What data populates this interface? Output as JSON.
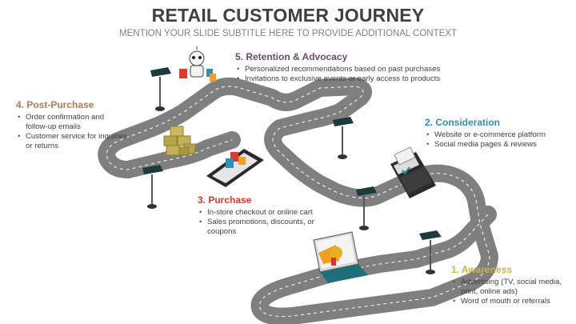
{
  "title": "RETAIL CUSTOMER JOURNEY",
  "subtitle": "MENTION YOUR SLIDE SUBTITLE HERE TO PROVIDE ADDITIONAL CONTEXT",
  "colors": {
    "road": "#7f7f7f",
    "road_edge": "#ffffff",
    "awareness": "#c9b53d",
    "consideration": "#2f8fb4",
    "purchase": "#e0392b",
    "post_purchase": "#b07a55",
    "retention": "#6a4a6e",
    "sign": "#1f3a3d"
  },
  "stages": {
    "awareness": {
      "title": "1. Awareness",
      "items": [
        "Advertising (TV, social media, print, online ads)",
        "Word of mouth or referrals"
      ],
      "icon": "megaphone-laptop-icon"
    },
    "consideration": {
      "title": "2. Consideration",
      "items": [
        "Website or e-commerce platform",
        "Social media pages & reviews"
      ],
      "icon": "card-terminal-icon"
    },
    "purchase": {
      "title": "3. Purchase",
      "items": [
        "In-store checkout or online cart",
        "Sales promotions, discounts, or coupons"
      ],
      "icon": "phone-shopping-icon"
    },
    "post_purchase": {
      "title": "4. Post-Purchase",
      "items": [
        "Order confirmation and follow-up emails",
        "Customer service for inquiries or returns"
      ],
      "icon": "boxes-icon"
    },
    "retention": {
      "title": "5. Retention & Advocacy",
      "items": [
        "Personalized recommendations based on past purchases",
        "Invitations to exclusive events or early access to products"
      ],
      "icon": "robot-shopper-icon"
    }
  }
}
